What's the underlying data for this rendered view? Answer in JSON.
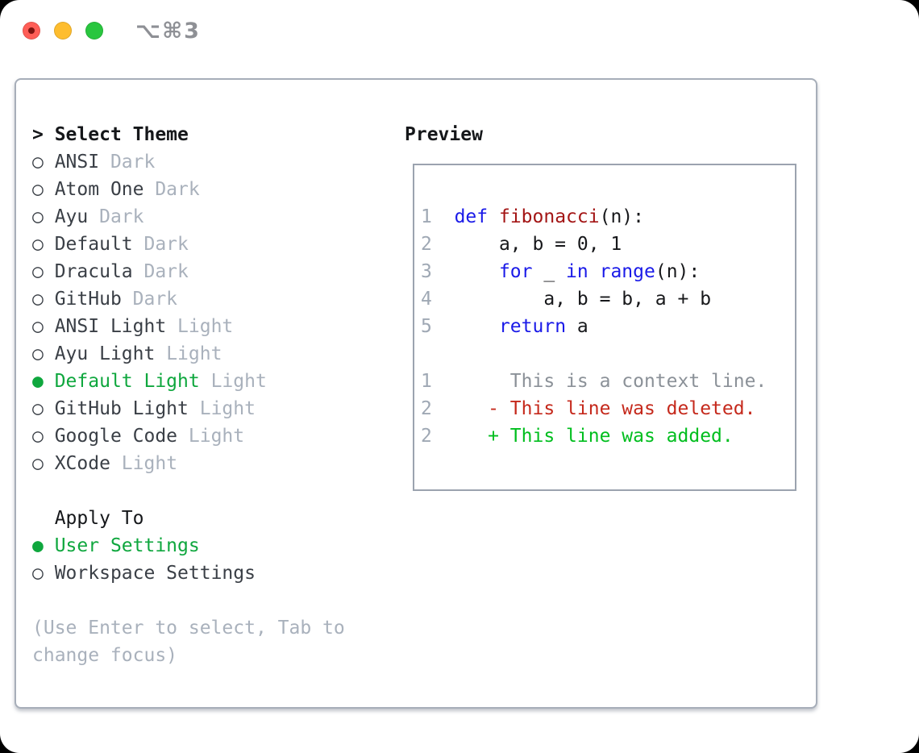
{
  "window": {
    "title": "⌥⌘3"
  },
  "icons": {
    "radio_selected": "●",
    "radio_unselected": "○",
    "focus_caret": "> "
  },
  "theme_list": {
    "header": "Select Theme",
    "items": [
      {
        "name": "ANSI",
        "variant": "Dark",
        "selected": false
      },
      {
        "name": "Atom One",
        "variant": "Dark",
        "selected": false
      },
      {
        "name": "Ayu",
        "variant": "Dark",
        "selected": false
      },
      {
        "name": "Default",
        "variant": "Dark",
        "selected": false
      },
      {
        "name": "Dracula",
        "variant": "Dark",
        "selected": false
      },
      {
        "name": "GitHub",
        "variant": "Dark",
        "selected": false
      },
      {
        "name": "ANSI Light",
        "variant": "Light",
        "selected": false
      },
      {
        "name": "Ayu Light",
        "variant": "Light",
        "selected": false
      },
      {
        "name": "Default Light",
        "variant": "Light",
        "selected": true
      },
      {
        "name": "GitHub Light",
        "variant": "Light",
        "selected": false
      },
      {
        "name": "Google Code",
        "variant": "Light",
        "selected": false
      },
      {
        "name": "XCode",
        "variant": "Light",
        "selected": false
      }
    ]
  },
  "apply_to": {
    "header": "Apply To",
    "options": [
      {
        "label": "User Settings",
        "selected": true
      },
      {
        "label": "Workspace Settings",
        "selected": false
      }
    ]
  },
  "help": {
    "line1": "(Use Enter to select, Tab to",
    "line2": "change focus)"
  },
  "preview": {
    "title": "Preview",
    "lines": [
      {
        "num": "1",
        "segments": [
          [
            "  ",
            "code"
          ],
          [
            "def",
            "keyword"
          ],
          [
            " ",
            "code"
          ],
          [
            "fibonacci",
            "function"
          ],
          [
            "(n):",
            "code"
          ]
        ]
      },
      {
        "num": "2",
        "segments": [
          [
            "      a, b = 0, 1",
            "code"
          ]
        ]
      },
      {
        "num": "3",
        "segments": [
          [
            "      ",
            "code"
          ],
          [
            "for",
            "keyword"
          ],
          [
            " _ ",
            "code"
          ],
          [
            "in",
            "keyword"
          ],
          [
            " ",
            "code"
          ],
          [
            "range",
            "keyword"
          ],
          [
            "(n):",
            "code"
          ]
        ]
      },
      {
        "num": "4",
        "segments": [
          [
            "          a, b = b, a + b",
            "code"
          ]
        ]
      },
      {
        "num": "5",
        "segments": [
          [
            "      ",
            "code"
          ],
          [
            "return",
            "keyword"
          ],
          [
            " a",
            "code"
          ]
        ]
      },
      {
        "num": "",
        "segments": []
      },
      {
        "num": "1",
        "segments": [
          [
            "       This is a context line.",
            "context"
          ]
        ]
      },
      {
        "num": "2",
        "segments": [
          [
            "     - This line was deleted.",
            "deleted"
          ]
        ]
      },
      {
        "num": "2",
        "segments": [
          [
            "     + This line was added.",
            "added"
          ]
        ]
      }
    ]
  },
  "colors": {
    "selected_green": "#0fa73e",
    "added_green": "#00be1e",
    "deleted_red": "#c5291c",
    "keyword_blue": "#1a1ae8",
    "function_red": "#a31515",
    "muted_gray": "#a9b1bc",
    "line_number_gray": "#9fa8b4",
    "context_gray": "#8b9198",
    "text_dark": "#3a3f46",
    "code_black": "#17181b",
    "heading_black": "#15171a",
    "title_gray": "#8e9095",
    "tl_red": "#ff5e57",
    "tl_red_dot": "#7e1410",
    "tl_yellow": "#febd2e",
    "tl_green": "#29c63f"
  }
}
